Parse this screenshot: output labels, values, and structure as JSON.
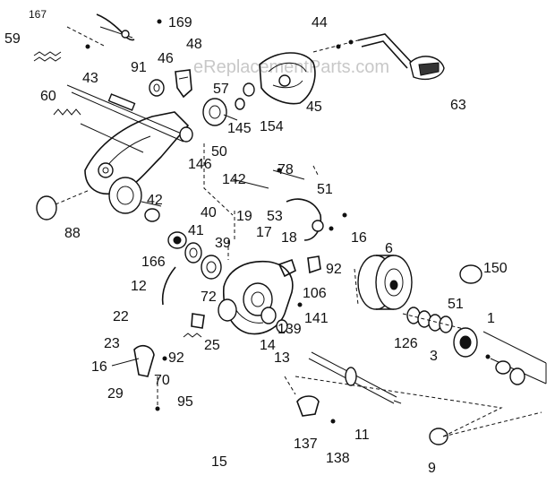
{
  "watermark": "eReplacementParts.com",
  "labels": {
    "l167": "167",
    "l169": "169",
    "l59": "59",
    "l44": "44",
    "l48": "48",
    "l91": "91",
    "l46": "46",
    "l43": "43",
    "l60": "60",
    "l57": "57",
    "l45": "45",
    "l63": "63",
    "l154": "154",
    "l145": "145",
    "l50": "50",
    "l146": "146",
    "l78": "78",
    "l142": "142",
    "l51a": "51",
    "l42": "42",
    "l88": "88",
    "l53": "53",
    "l40": "40",
    "l19": "19",
    "l41": "41",
    "l39": "39",
    "l17": "17",
    "l18": "18",
    "l16a": "16",
    "l6": "6",
    "l166": "166",
    "l92a": "92",
    "l150": "150",
    "l12": "12",
    "l106": "106",
    "l72": "72",
    "l51b": "51",
    "l141": "141",
    "l1": "1",
    "l22": "22",
    "l139": "139",
    "l126": "126",
    "l3": "3",
    "l23": "23",
    "l25": "25",
    "l14": "14",
    "l92b": "92",
    "l13": "13",
    "l16b": "16",
    "l70": "70",
    "l29": "29",
    "l95": "95",
    "l11": "11",
    "l137": "137",
    "l138": "138",
    "l15": "15",
    "l9": "9"
  }
}
